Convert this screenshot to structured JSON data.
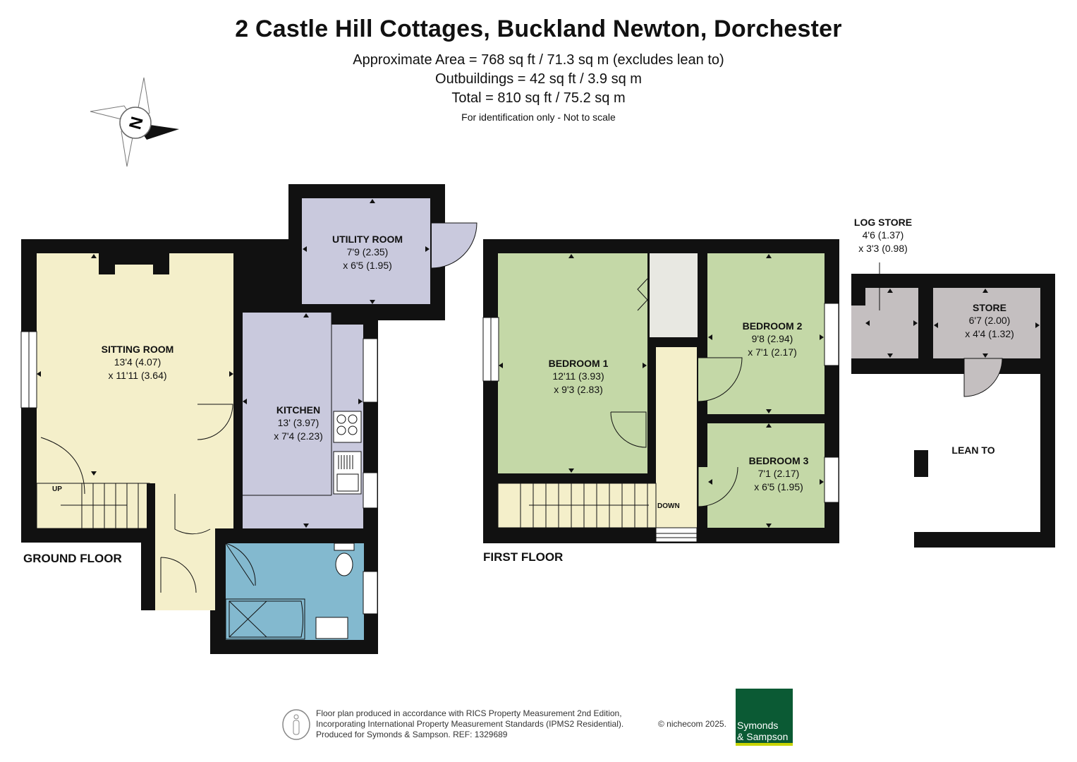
{
  "header": {
    "title": "2 Castle Hill Cottages, Buckland Newton, Dorchester",
    "area_line": "Approximate Area = 768 sq ft / 71.3 sq m (excludes lean to)",
    "outbuildings_line": "Outbuildings = 42 sq ft / 3.9 sq m",
    "total_line": "Total = 810 sq ft / 75.2 sq m",
    "note": "For identification only - Not to scale"
  },
  "compass": {
    "letter": "N"
  },
  "floors": {
    "ground": "GROUND FLOOR",
    "first": "FIRST FLOOR"
  },
  "rooms": {
    "utility": {
      "name": "UTILITY ROOM",
      "dim1": "7'9 (2.35)",
      "dim2": "x 6'5 (1.95)"
    },
    "sitting": {
      "name": "SITTING ROOM",
      "dim1": "13'4 (4.07)",
      "dim2": "x 11'11 (3.64)"
    },
    "kitchen": {
      "name": "KITCHEN",
      "dim1": "13' (3.97)",
      "dim2": "x 7'4 (2.23)"
    },
    "bed1": {
      "name": "BEDROOM 1",
      "dim1": "12'11 (3.93)",
      "dim2": "x 9'3 (2.83)"
    },
    "bed2": {
      "name": "BEDROOM 2",
      "dim1": "9'8 (2.94)",
      "dim2": "x 7'1 (2.17)"
    },
    "bed3": {
      "name": "BEDROOM 3",
      "dim1": "7'1 (2.17)",
      "dim2": "x 6'5 (1.95)"
    },
    "logstore": {
      "name": "LOG STORE",
      "dim1": "4'6 (1.37)",
      "dim2": "x 3'3 (0.98)"
    },
    "store": {
      "name": "STORE",
      "dim1": "6'7 (2.00)",
      "dim2": "x 4'4 (1.32)"
    },
    "leanto": {
      "name": "LEAN TO"
    }
  },
  "stairs": {
    "up": "UP",
    "down": "DOWN"
  },
  "footer": {
    "line1": "Floor plan produced in accordance with RICS Property Measurement 2nd Edition,",
    "line2": "Incorporating International Property Measurement Standards (IPMS2 Residential).",
    "line3": "Produced for Symonds & Sampson.   REF:  1329689",
    "copyright": "© nichecom 2025.",
    "logo_line1": "Symonds",
    "logo_line2": "& Sampson"
  },
  "colors": {
    "wall": "#111111",
    "sitting": "#f4efca",
    "kitchen": "#c9c9dd",
    "bathroom": "#83b9cf",
    "bedroom": "#c4d8a7",
    "landing": "#f4efca",
    "store": "#c4bfc0",
    "cupboard": "#e8e8e2",
    "logo": "#0b5a34"
  }
}
